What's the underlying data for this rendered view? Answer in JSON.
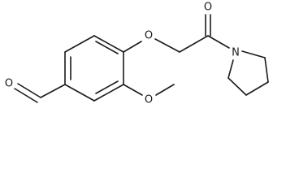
{
  "molecule": {
    "atoms": {
      "aldehyde_oxygen": "O",
      "ether_oxygen": "O",
      "methoxy_oxygen": "O",
      "carbonyl_oxygen": "O",
      "amide_nitrogen": "N"
    },
    "colors": {
      "bond": "#1a1a1a",
      "background": "#ffffff"
    }
  }
}
